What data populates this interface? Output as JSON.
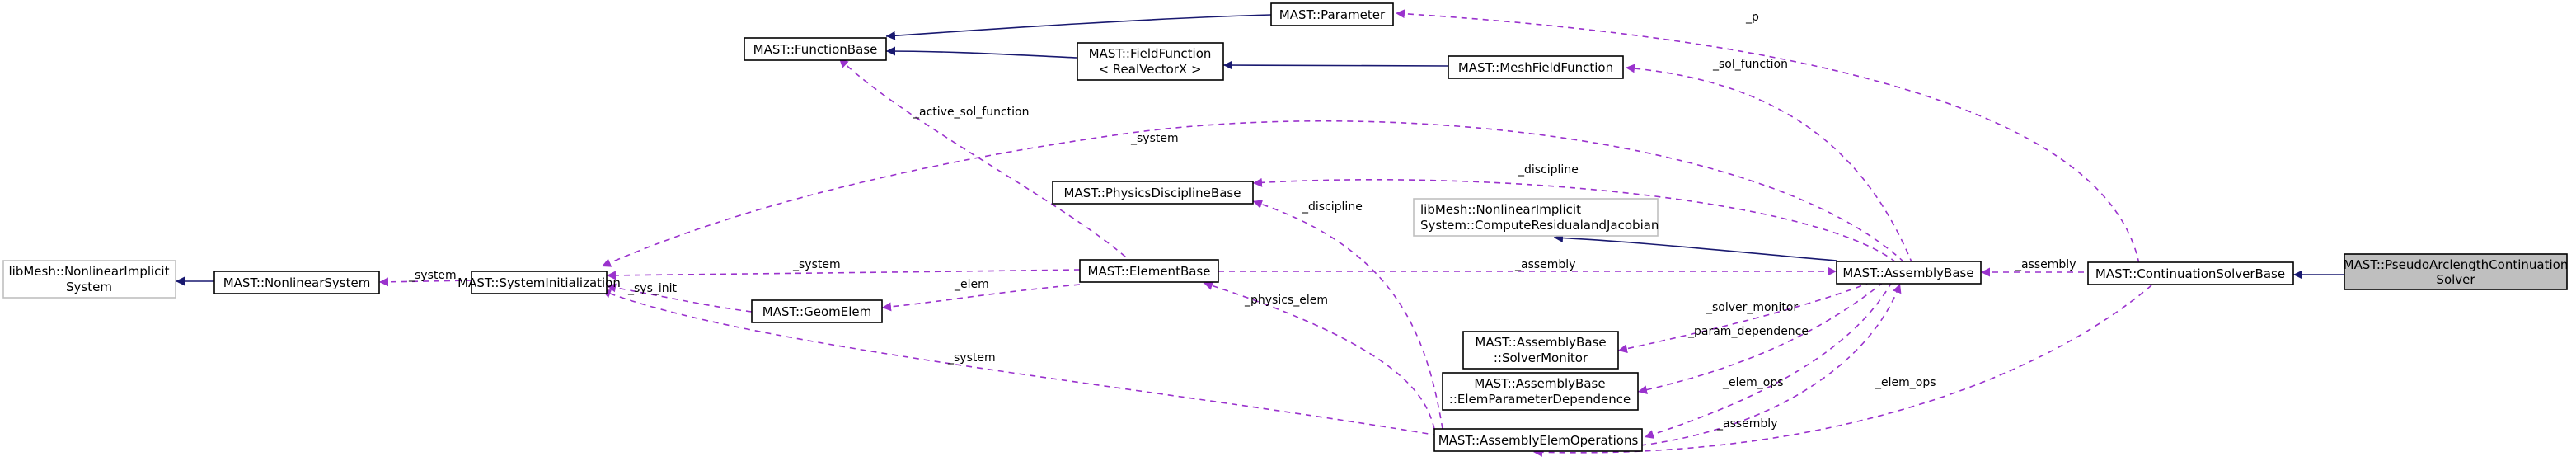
{
  "colors": {
    "inheritance_edge": "#191970",
    "usage_edge": "#9a32cd",
    "node_border": "#000000",
    "external_node_border": "#bfbfbf",
    "focus_node_fill": "#bfbfbf"
  },
  "nodes": {
    "pseudo_arclength": [
      "MAST::PseudoArclengthContinuation",
      "Solver"
    ],
    "continuation_solver_base": [
      "MAST::ContinuationSolverBase"
    ],
    "assembly_base": [
      "MAST::AssemblyBase"
    ],
    "parameter": [
      "MAST::Parameter"
    ],
    "function_base": [
      "MAST::FunctionBase"
    ],
    "field_function": [
      "MAST::FieldFunction",
      "< RealVectorX >"
    ],
    "mesh_field_function": [
      "MAST::MeshFieldFunction"
    ],
    "physics_discipline_base": [
      "MAST::PhysicsDisciplineBase"
    ],
    "libmesh_compute": [
      "libMesh::NonlinearImplicit",
      "System::ComputeResidualandJacobian"
    ],
    "element_base": [
      "MAST::ElementBase"
    ],
    "system_initialization": [
      "MAST::SystemInitialization"
    ],
    "nonlinear_system": [
      "MAST::NonlinearSystem"
    ],
    "libmesh_nonlinear": [
      "libMesh::NonlinearImplicit",
      "System"
    ],
    "geom_elem": [
      "MAST::GeomElem"
    ],
    "solver_monitor": [
      "MAST::AssemblyBase",
      "::SolverMonitor"
    ],
    "elem_param_dep": [
      "MAST::AssemblyBase",
      "::ElemParameterDependence"
    ],
    "assembly_elem_ops": [
      "MAST::AssemblyElemOperations"
    ]
  },
  "edge_labels": {
    "p": "_p",
    "sol_function": "_sol_function",
    "active_sol_function": "_active_sol_function",
    "system_top": "_system",
    "discipline_top": "_discipline",
    "system_mid": "_system",
    "assembly_mid": "_assembly",
    "assembly_right": "_assembly",
    "system_left": "_system",
    "sys_init": "_sys_init",
    "elem": "_elem",
    "physics_elem": "_physics_elem",
    "discipline_low": "_discipline",
    "solver_monitor": "_solver_monitor",
    "param_dependence": "_param_dependence",
    "elem_ops_mid": "_elem_ops",
    "elem_ops_right": "_elem_ops",
    "assembly_low": "_assembly",
    "system_bottom": "_system"
  }
}
